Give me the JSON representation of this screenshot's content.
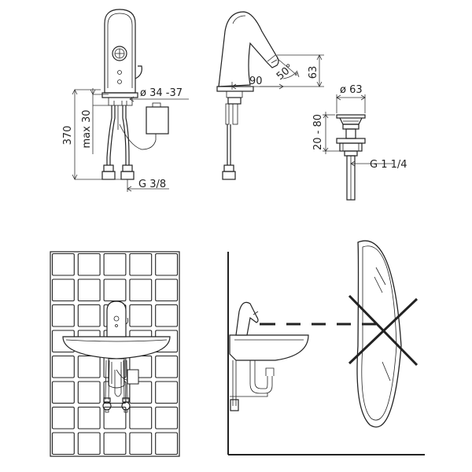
{
  "dims": {
    "height_total": "370",
    "max_depth": "max 30",
    "hole_diameter": "ø 34 -37",
    "supply_thread": "G 3/8",
    "spout_reach": "90",
    "sensor_angle": "50°",
    "spout_height": "63",
    "drain_diameter": "ø 63",
    "drain_range": "20 - 80",
    "drain_thread": "G 1 1/4"
  },
  "colors": {
    "line": "#222222",
    "background": "#ffffff"
  }
}
